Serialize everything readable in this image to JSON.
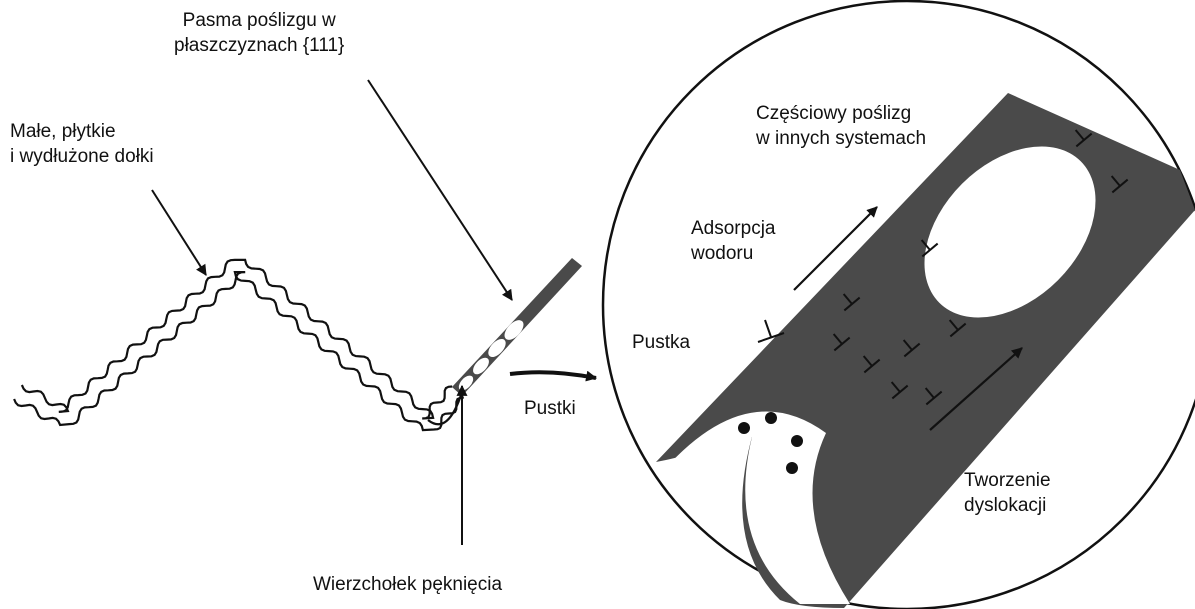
{
  "labels": {
    "slip_bands": [
      "Pasma poślizgu w",
      "płaszczyznach {111}"
    ],
    "dimples": [
      "Małe, płytkie",
      "i wydłużone dołki"
    ],
    "voids": "Pustki",
    "crack_tip": "Wierzchołek pęknięcia",
    "partial_slip": [
      "Częściowy poślizg",
      "w innych systemach"
    ],
    "hydrogen_adsorption": [
      "Adsorpcja",
      "wodoru"
    ],
    "void": "Pustka",
    "dislocation_formation": [
      "Tworzenie",
      "dyslokacji"
    ]
  },
  "colors": {
    "ink": "#111111",
    "band_fill": "#4a4a4a",
    "background": "#ffffff"
  }
}
